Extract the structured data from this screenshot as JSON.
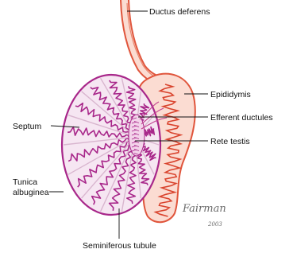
{
  "labels": {
    "ductus_deferens": "Ductus deferens",
    "epididymis": "Epididymis",
    "efferent_ductules": "Efferent ductules",
    "rete_testis": "Rete testis",
    "septum": "Septum",
    "tunica_line1": "Tunica",
    "tunica_line2": "albuginea",
    "seminiferous_tubule": "Seminiferous tubule"
  },
  "signature": {
    "name": "Fairman",
    "year": "2003"
  },
  "colors": {
    "tubule": "#a8278a",
    "testis_fill": "#f6e6f2",
    "epididymis": "#e0553c",
    "epididymis_fill": "#fbdcd2",
    "duct": "#e8846c",
    "leader": "#111111"
  }
}
